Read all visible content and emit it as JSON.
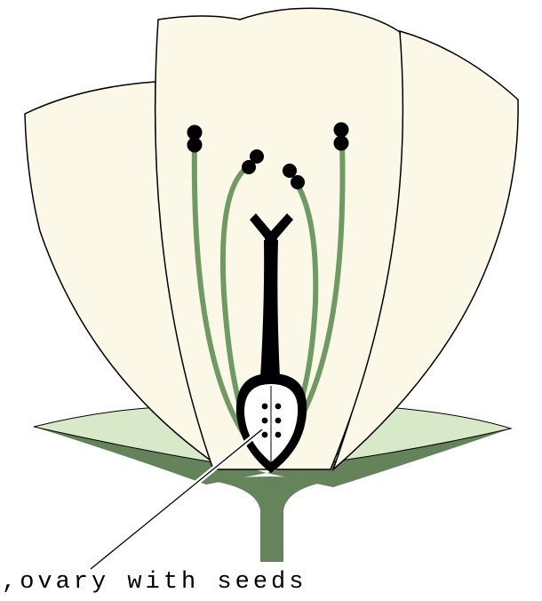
{
  "labels": {
    "ovary": ",ovary with seeds"
  },
  "colors": {
    "background": "#ffffff",
    "petal_fill": "#fbf8e8",
    "outline": "#000000",
    "sepal_light": "#d7e9c8",
    "sepal_dark": "#64835b",
    "stalk": "#65845c",
    "filament": "#6f9a62",
    "anther": "#000000",
    "pistil": "#000000",
    "ovary_fill": "#ffffff",
    "seed": "#000000"
  },
  "icons": {
    "anther": "anther-lobes",
    "stigma": "y-shaped-stigma",
    "seed": "seed-dot"
  },
  "parts": {
    "stamen_count": 4,
    "seed_count": 6
  }
}
